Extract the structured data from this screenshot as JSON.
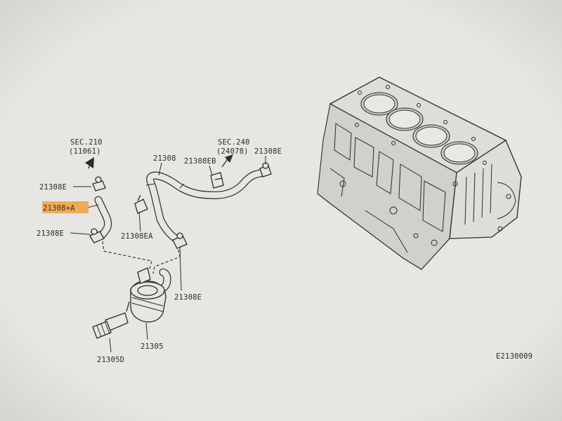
{
  "diagram": {
    "sec_refs": [
      {
        "sec": "SEC.210",
        "ref": "(11061)"
      },
      {
        "sec": "SEC.240",
        "ref": "(24078)"
      }
    ],
    "part_labels": [
      "21308E",
      "21308+A",
      "21308E",
      "21308EA",
      "21308",
      "21308EB",
      "21308E",
      "21308E",
      "21305",
      "21305D"
    ],
    "highlight_color": "#f0a040",
    "diagram_code": "E2130009"
  }
}
